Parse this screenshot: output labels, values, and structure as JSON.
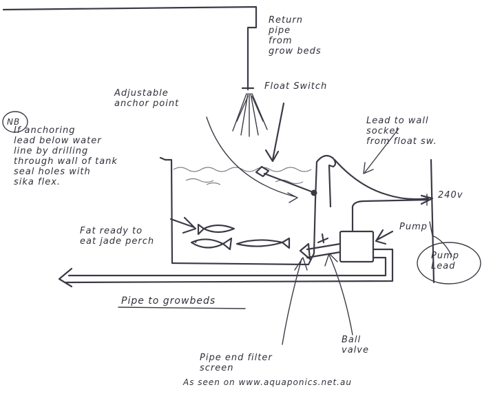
{
  "labels": {
    "return_pipe": "Return\npipe\nfrom\ngrow beds",
    "float_switch": "Float Switch",
    "adjustable_anchor": "Adjustable\nanchor point",
    "nb": "NB",
    "anchoring_note": "If anchoring\nlead below water\nline by drilling\nthrough wall of tank\nseal holes with\nsika flex.",
    "lead_to_wall": "Lead to wall\nsocket\nfrom float sw.",
    "voltage": "240v",
    "pump": "Pump",
    "pump_lead": "Pump\nLead",
    "fish_label": "Fat ready to\neat jade perch",
    "pipe_to_growbeds": "Pipe to growbeds",
    "ball_valve": "Ball\nvalve",
    "filter_screen": "Pipe end filter\nscreen",
    "credit": "As seen on www.aquaponics.net.au"
  },
  "colors": {
    "ink": "#3a3a46",
    "paper": "#ffffff"
  }
}
